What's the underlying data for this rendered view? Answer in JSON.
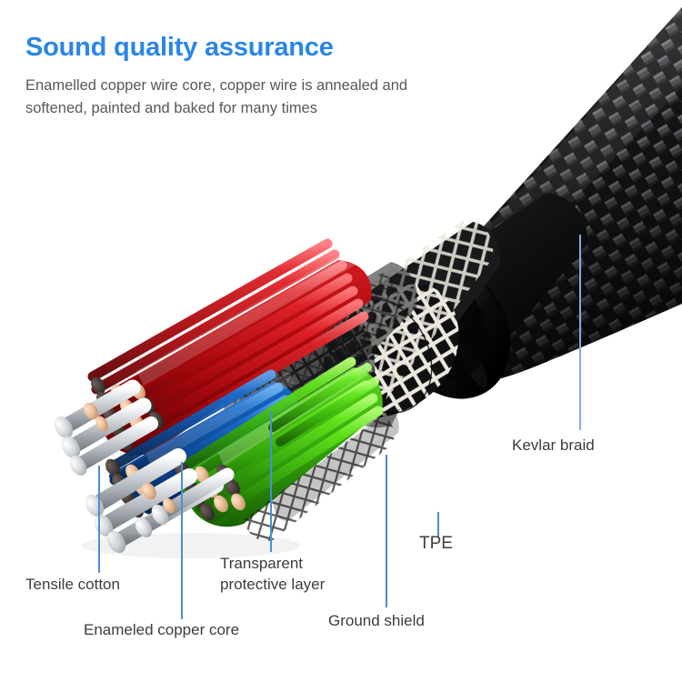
{
  "heading": {
    "text": "Sound quality assurance",
    "color": "#2a86e8"
  },
  "subtitle": {
    "line1": "Enamelled copper wire core, copper wire is annealed and",
    "line2": "softened, painted and baked for many times",
    "color": "#58585a"
  },
  "diagram": {
    "name": "cable-cutaway-diagram",
    "description": "Cutaway illustration of a braided audio cable showing internal layers",
    "leader_color": "#4a8fd4",
    "layers": {
      "kevlar_braid_color": "#2b2b2d",
      "tpe_color": "#131314",
      "ground_shield_color": "#e8e6df",
      "transparent_layer_color": "#2a2a2c",
      "wire_red": "#cc1417",
      "wire_green": "#54d417",
      "wire_blue": "#1164c4",
      "copper_core": "#e8c2a4",
      "tensile_cotton": "#cfd2d6"
    }
  },
  "callouts": [
    {
      "id": "tensile-cotton",
      "label": "Tensile cotton",
      "line1": "Tensile cotton",
      "line2": ""
    },
    {
      "id": "enameled-copper-core",
      "label": "Enameled copper core",
      "line1": "Enameled copper core",
      "line2": ""
    },
    {
      "id": "transparent-protective-layer",
      "label": "Transparent protective layer",
      "line1": "Transparent",
      "line2": "protective layer"
    },
    {
      "id": "ground-shield",
      "label": "Ground shield",
      "line1": "Ground shield",
      "line2": ""
    },
    {
      "id": "tpe",
      "label": "TPE",
      "line1": "TPE",
      "line2": ""
    },
    {
      "id": "kevlar-braid",
      "label": "Kevlar braid",
      "line1": "Kevlar braid",
      "line2": ""
    }
  ]
}
